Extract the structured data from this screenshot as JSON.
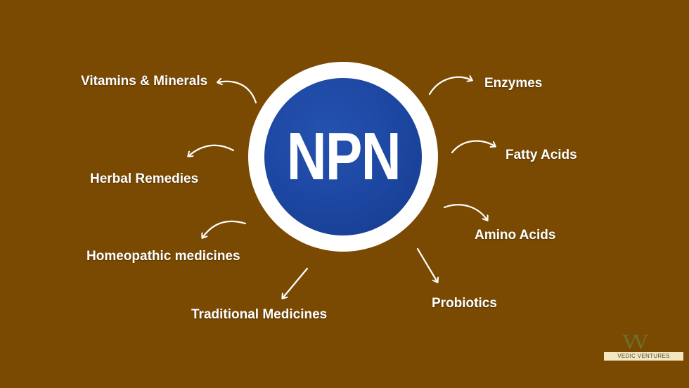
{
  "center": {
    "text": "NPN"
  },
  "categories": {
    "vitamins": "Vitamins & Minerals",
    "herbal": "Herbal Remedies",
    "homeopathic": "Homeopathic medicines",
    "traditional": "Traditional Medicines",
    "enzymes": "Enzymes",
    "fatty_acids": "Fatty Acids",
    "amino_acids": "Amino Acids",
    "probiotics": "Probiotics"
  },
  "logo": {
    "mark": "VV",
    "text": "VEDIC VENTURES"
  },
  "colors": {
    "background": "#7a4a03",
    "ring": "#ffffff",
    "disc": "#1c46a0",
    "text": "#ffffff"
  }
}
